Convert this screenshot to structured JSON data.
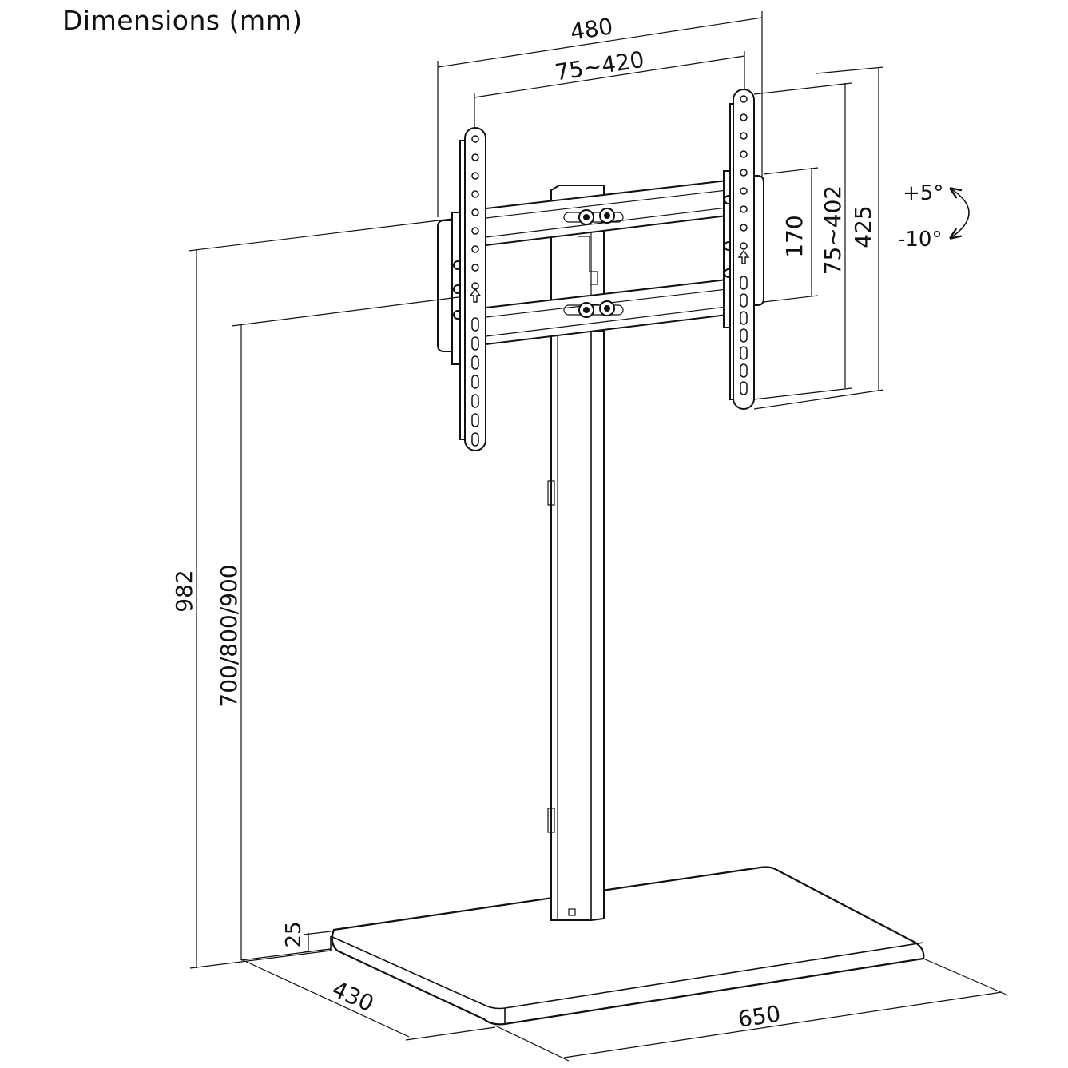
{
  "title": "Dimensions (mm)",
  "dimensions": {
    "total_width": "480",
    "vesa_horizontal": "75~420",
    "arm_height": "170",
    "vesa_vertical": "75~402",
    "bracket_height": "425",
    "tilt_up": "+5°",
    "tilt_down": "-10°",
    "total_height": "982",
    "adjustable_height": "700/800/900",
    "base_thickness": "25",
    "base_depth": "430",
    "base_width": "650"
  },
  "colors": {
    "line": "#111111",
    "background": "#ffffff"
  }
}
